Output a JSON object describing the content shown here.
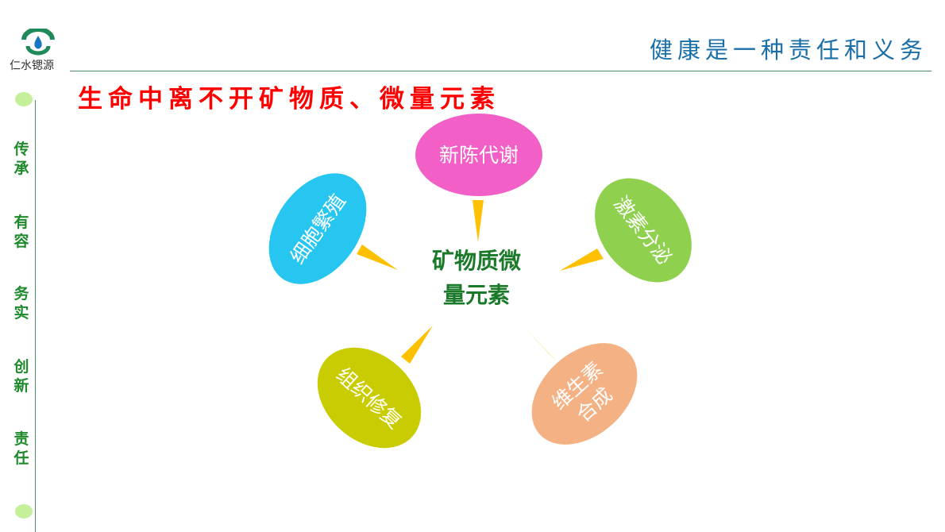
{
  "logo": {
    "name": "仁水锶源"
  },
  "slogan": "健康是一种责任和义务",
  "title": "生命中离不开矿物质、微量元素",
  "sidebar": {
    "words": [
      "传承",
      "有容",
      "务实",
      "创新",
      "责任"
    ]
  },
  "diagram": {
    "center": {
      "line1": "矿物质微",
      "line2": "量元素",
      "color": "#1a7a2a"
    },
    "nodes": [
      {
        "name": "metabolism",
        "label": "新陈代谢",
        "color": "#f25fc6"
      },
      {
        "name": "hormone",
        "label": "激素分泌",
        "color": "#8fd14f"
      },
      {
        "name": "vitamin",
        "label_line1": "维生素",
        "label_line2": "合成",
        "color": "#f4b183"
      },
      {
        "name": "tissue",
        "label": "组织修复",
        "color": "#c9cc00"
      },
      {
        "name": "cell",
        "label": "细胞繁殖",
        "color": "#26c6f0"
      }
    ],
    "arrow_color": "#ffc000"
  }
}
